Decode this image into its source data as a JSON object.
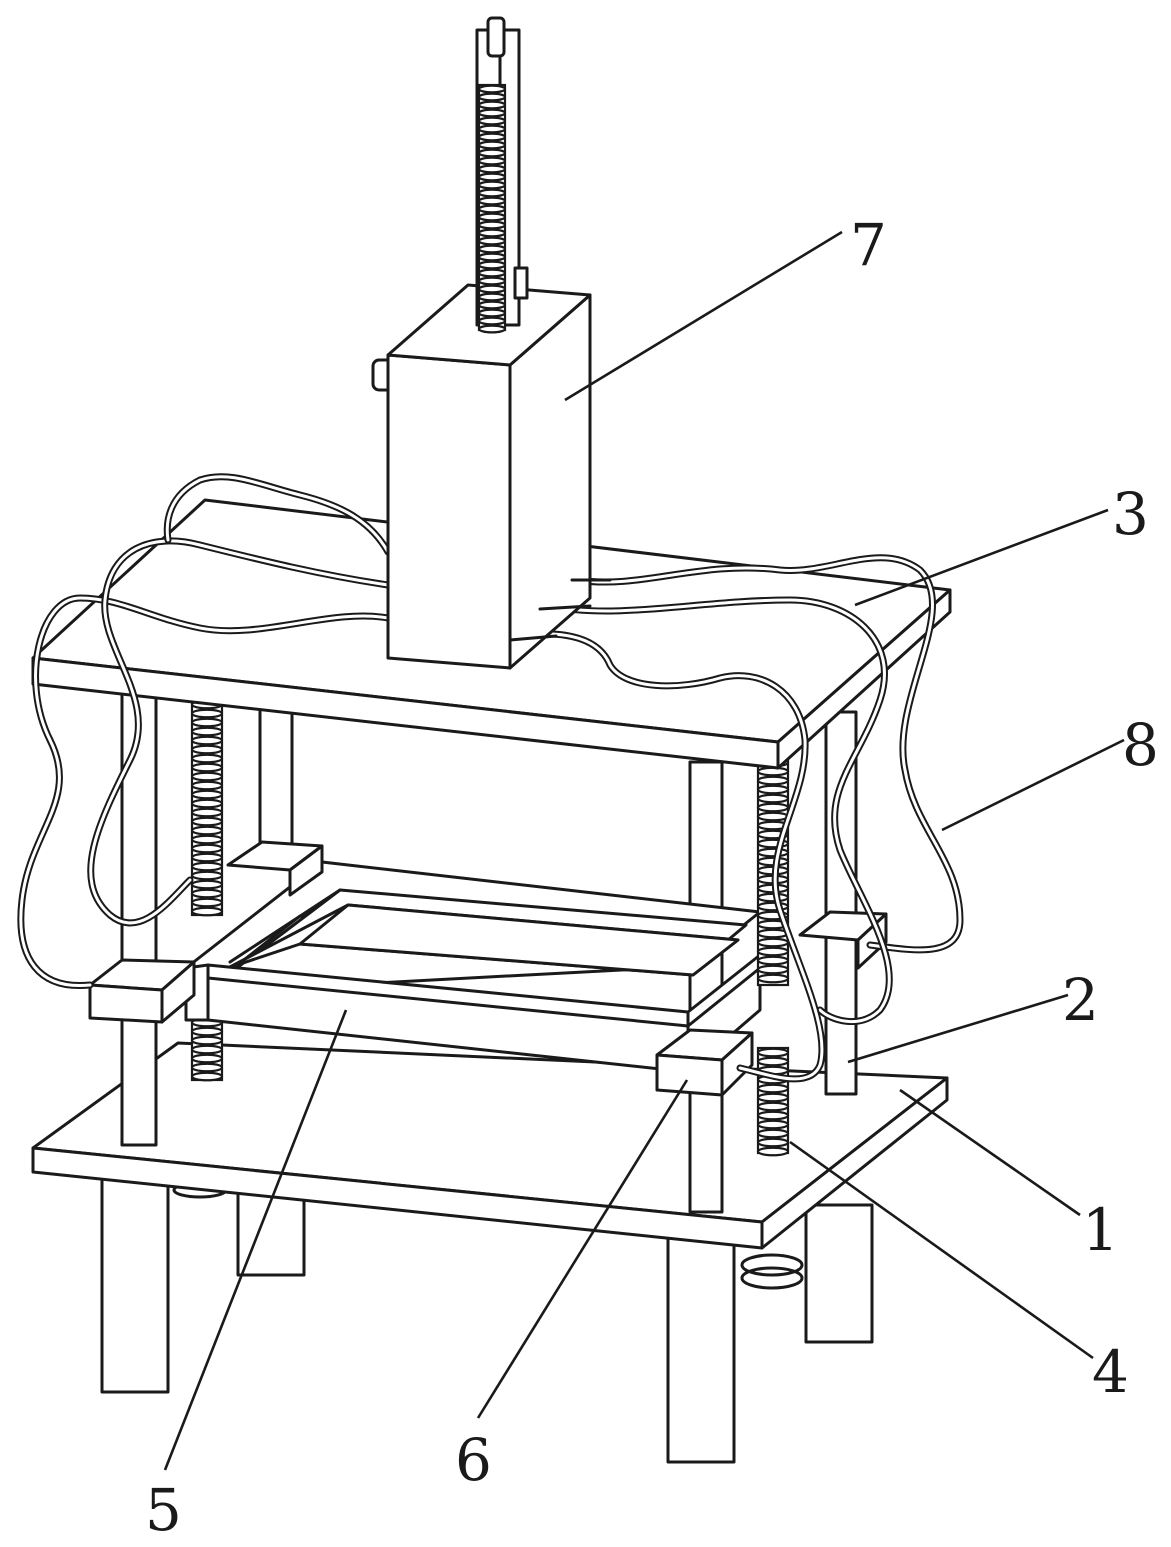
{
  "figure": {
    "callouts": [
      {
        "id": "c7",
        "text": "7"
      },
      {
        "id": "c3",
        "text": "3"
      },
      {
        "id": "c8",
        "text": "8"
      },
      {
        "id": "c2",
        "text": "2"
      },
      {
        "id": "c1",
        "text": "1"
      },
      {
        "id": "c4",
        "text": "4"
      },
      {
        "id": "c5",
        "text": "5"
      },
      {
        "id": "c6",
        "text": "6"
      }
    ]
  }
}
